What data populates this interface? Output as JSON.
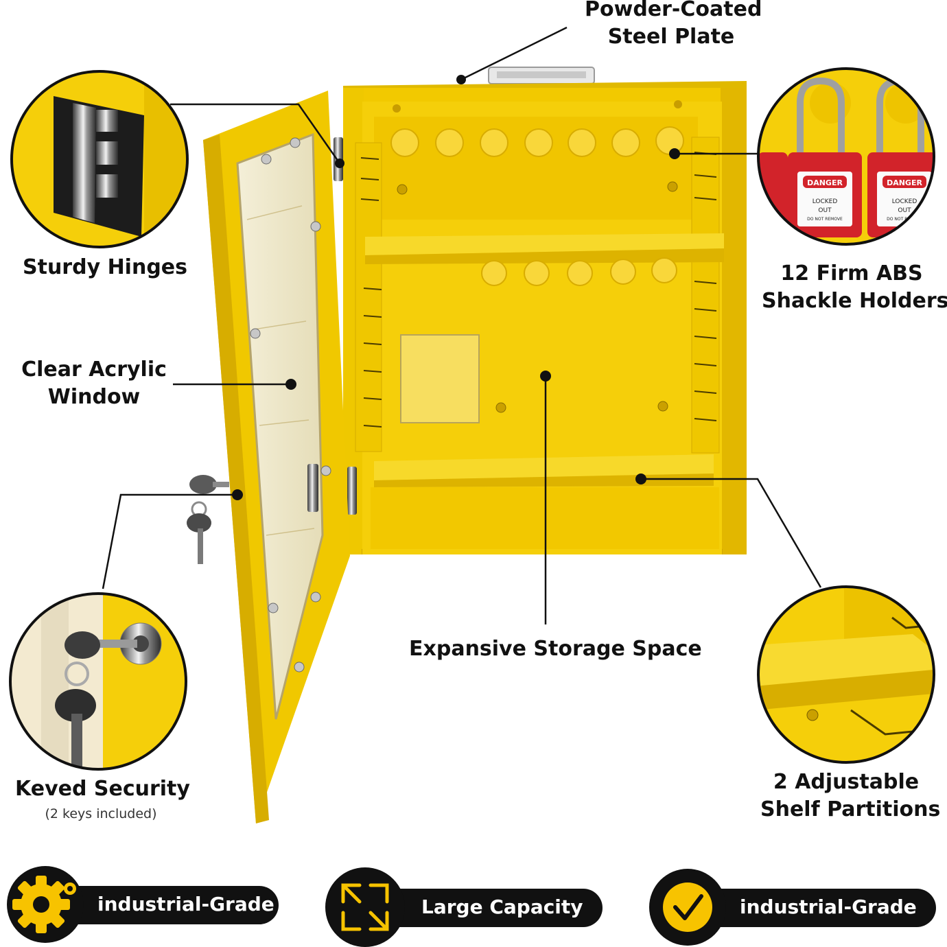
{
  "callouts": {
    "powder_coated": [
      "Powder-Coated",
      "Steel Plate"
    ],
    "hinges": "Sturdy Hinges",
    "shackle_holders": [
      "12 Firm ABS",
      "Shackle Holders"
    ],
    "acrylic_window": [
      "Clear Acrylic",
      "Window"
    ],
    "storage": "Expansive Storage Space",
    "keyed_security": "Keved Security",
    "keys_included": "(2 keys included)",
    "shelf_partitions": [
      "2 Adjustable",
      "Shelf Partitions"
    ]
  },
  "badges": [
    {
      "label": "industrial-Grade",
      "icon": "gear-icon"
    },
    {
      "label": "Large Capacity",
      "icon": "expand-arrows-icon"
    },
    {
      "label": "industrial-Grade",
      "icon": "checkmark-icon"
    }
  ],
  "padlock_tags": {
    "danger": "DANGER",
    "locked": "LOCKED",
    "out": "OUT",
    "remove": "DO NOT REMOVE"
  },
  "colors": {
    "cabinet_yellow": "#f5cf0a",
    "cabinet_shadow": "#d9ad00",
    "badge_black": "#111111",
    "accent_yellow": "#f7c300",
    "padlock_red": "#d2232a"
  }
}
